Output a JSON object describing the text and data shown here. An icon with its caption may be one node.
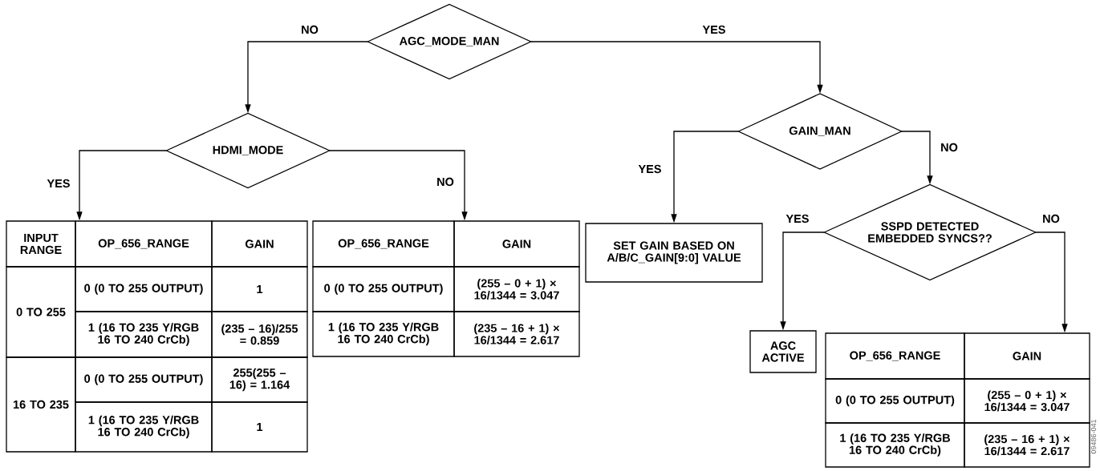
{
  "diagram": {
    "nodes": [
      {
        "text": [
          "AGC_MODE_MAN"
        ]
      },
      {
        "text": [
          "HDMI_MODE"
        ]
      },
      {
        "text": [
          "GAIN_MAN"
        ]
      },
      {
        "text": [
          "SSPD DETECTED EMBEDDED SYNCS??"
        ]
      },
      {
        "text": [
          "INPUT RANGE",
          "OP_656_RANGE",
          "GAIN",
          "0 TO 255",
          "0 (0 TO 255 OUTPUT)",
          "1",
          "1 (16 TO 235 Y/RGB 16 TO 240 CrCb)",
          "(235 – 16)/255 = 0.859",
          "16 TO 235",
          "0 (0 TO 255 OUTPUT)",
          "255(255 – 16) = 1.164",
          "1 (16 TO 235 Y/RGB 16 TO 240 CrCb)",
          "1"
        ]
      },
      {
        "text": [
          "OP_656_RANGE",
          "GAIN",
          "0 (0 TO 255 OUTPUT)",
          "(255 – 0 + 1) × 16/1344 = 3.047",
          "1 (16 TO 235 Y/RGB 16 TO 240 CrCb)",
          "(235 – 16 + 1) × 16/1344 = 2.617"
        ]
      },
      {
        "text": [
          "SET GAIN BASED ON A/B/C_GAIN[9:0] VALUE"
        ]
      },
      {
        "text": [
          "AGC ACTIVE"
        ]
      },
      {
        "text": [
          "OP_656_RANGE",
          "GAIN",
          "0 (0 TO 255 OUTPUT)",
          "(255 – 0 + 1) × 16/1344 = 3.047",
          "1 (16 TO 235 Y/RGB 16 TO 240 CrCb)",
          "(235 – 16 + 1) × 16/1344 = 2.617"
        ]
      }
    ],
    "edges": [
      {
        "from": 0,
        "to": 1,
        "arrow": "to",
        "label": "NO"
      },
      {
        "from": 0,
        "to": 2,
        "arrow": "to",
        "label": "YES"
      },
      {
        "from": 1,
        "to": 4,
        "arrow": "to",
        "label": "YES"
      },
      {
        "from": 1,
        "to": 5,
        "arrow": "to",
        "label": "NO"
      },
      {
        "from": 2,
        "to": 6,
        "arrow": "to",
        "label": "YES"
      },
      {
        "from": 2,
        "to": 3,
        "arrow": "to",
        "label": "NO"
      },
      {
        "from": 3,
        "to": 7,
        "arrow": "to",
        "label": "YES"
      },
      {
        "from": 3,
        "to": 8,
        "arrow": "to",
        "label": "NO"
      }
    ],
    "labels": [
      "09486-041"
    ]
  }
}
